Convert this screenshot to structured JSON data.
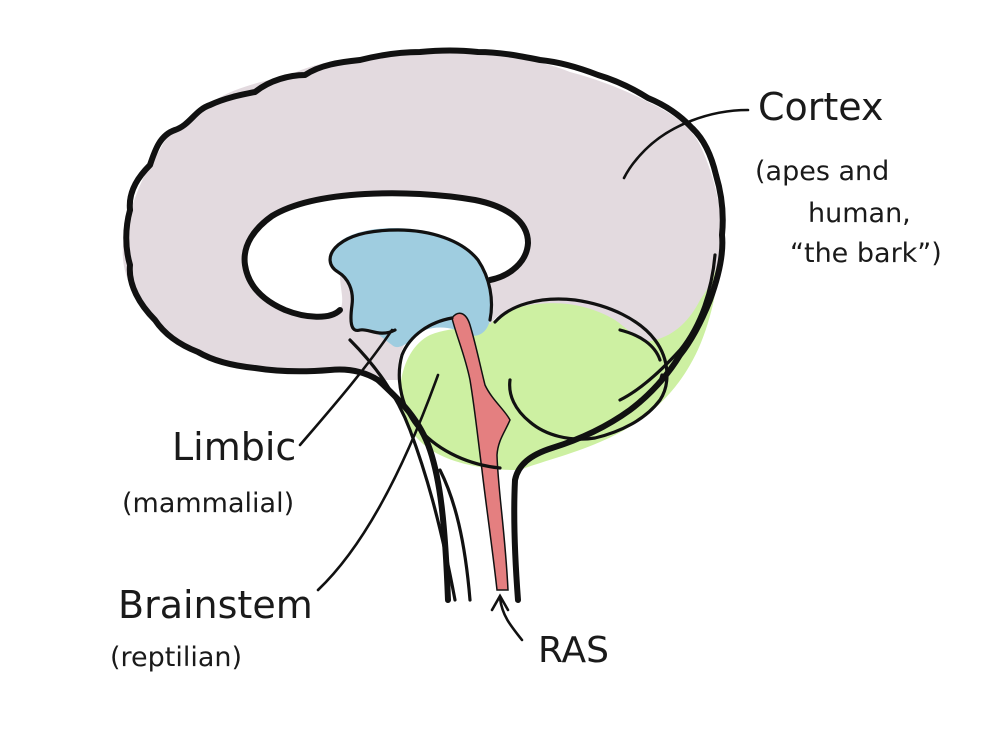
{
  "colors": {
    "cortex": "#e3dadf",
    "limbic": "#9fcde0",
    "brainstem": "#cdf0a2",
    "ras": "#e47f80",
    "outline": "#111111",
    "background": "#ffffff"
  },
  "labels": {
    "cortex": {
      "title": "Cortex",
      "note_line1": "(apes and",
      "note_line2": "human,",
      "note_line3": "“the bark”)"
    },
    "limbic": {
      "title": "Limbic",
      "note": "(mammalial)"
    },
    "brainstem": {
      "title": "Brainstem",
      "note": "(reptilian)"
    },
    "ras": {
      "title": "RAS"
    }
  }
}
